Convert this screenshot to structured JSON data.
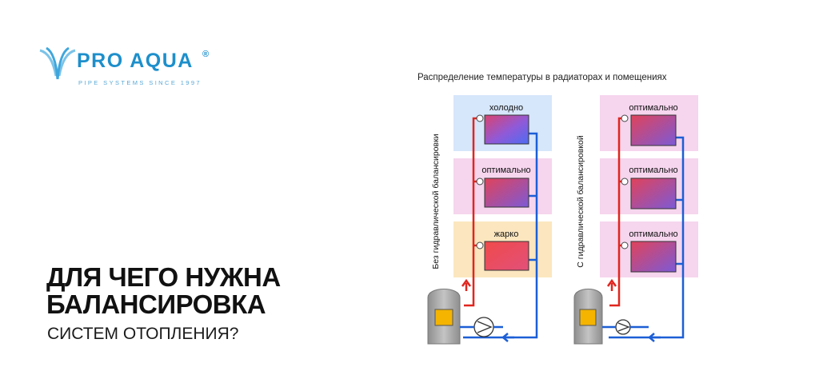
{
  "logo": {
    "brand": "PRO AQUA",
    "registered": "®",
    "tagline": "PIPE SYSTEMS SINCE 1997",
    "brand_color": "#1d8fcb"
  },
  "headline": {
    "line1": "ДЛЯ ЧЕГО НУЖНА",
    "line2": "БАЛАНСИРОВКА",
    "subline": "СИСТЕМ ОТОПЛЕНИЯ?"
  },
  "diagram": {
    "title": "Распределение температуры в радиаторах и помещениях",
    "left_scheme": {
      "side_label": "Без гидравлической балансировки",
      "rooms": [
        {
          "label": "холодно",
          "bg": "#d6e6fb",
          "radiator": "cold"
        },
        {
          "label": "оптимально",
          "bg": "#f6d5ee",
          "radiator": "mid"
        },
        {
          "label": "жарко",
          "bg": "#fbe6bf",
          "radiator": "hot"
        }
      ]
    },
    "right_scheme": {
      "side_label": "С гидравлической балансировкой",
      "rooms": [
        {
          "label": "оптимально",
          "bg": "#f6d5ee",
          "radiator": "mid"
        },
        {
          "label": "оптимально",
          "bg": "#f6d5ee",
          "radiator": "mid"
        },
        {
          "label": "оптимально",
          "bg": "#f6d5ee",
          "radiator": "mid"
        }
      ]
    },
    "colors": {
      "supply_pipe": "#e0261f",
      "return_pipe": "#1c5fd6",
      "boiler": "#9a9a9a",
      "flame": "#f4b400"
    }
  }
}
